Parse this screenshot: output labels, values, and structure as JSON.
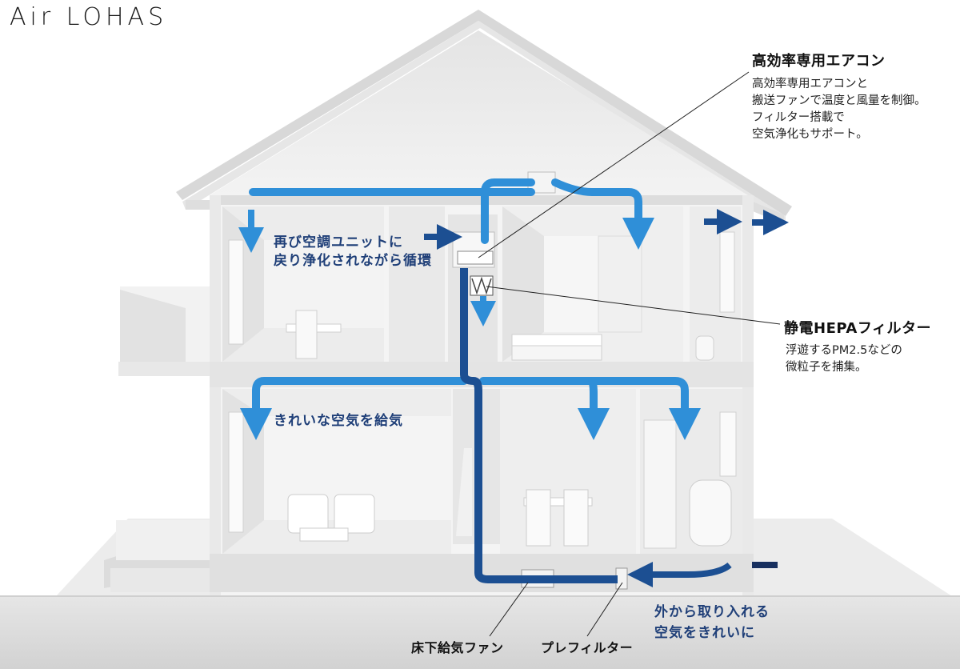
{
  "brand": "Air LOHAS",
  "colors": {
    "duct_light": "#2f8fd8",
    "duct_dark": "#1c4f92",
    "duct_navy": "#172f5e",
    "label_blue": "#1f3f78"
  },
  "labels": {
    "return_line1": "再び空調ユニットに",
    "return_line2": "戻り浄化されながら循環",
    "supply": "きれいな空気を給気",
    "outside_line1": "外から取り入れる",
    "outside_line2": "空気をきれいに"
  },
  "callouts": {
    "aircon": {
      "title": "高効率専用エアコン",
      "body": [
        "高効率専用エアコンと",
        "搬送ファンで温度と風量を制御。",
        "フィルター搭載で",
        "空気浄化もサポート。"
      ]
    },
    "hepa": {
      "title": "静電HEPAフィルター",
      "body": [
        "浮遊するPM2.5などの",
        "微粒子を捕集。"
      ]
    },
    "underfloor_fan": "床下給気ファン",
    "prefilter": "プレフィルター"
  }
}
